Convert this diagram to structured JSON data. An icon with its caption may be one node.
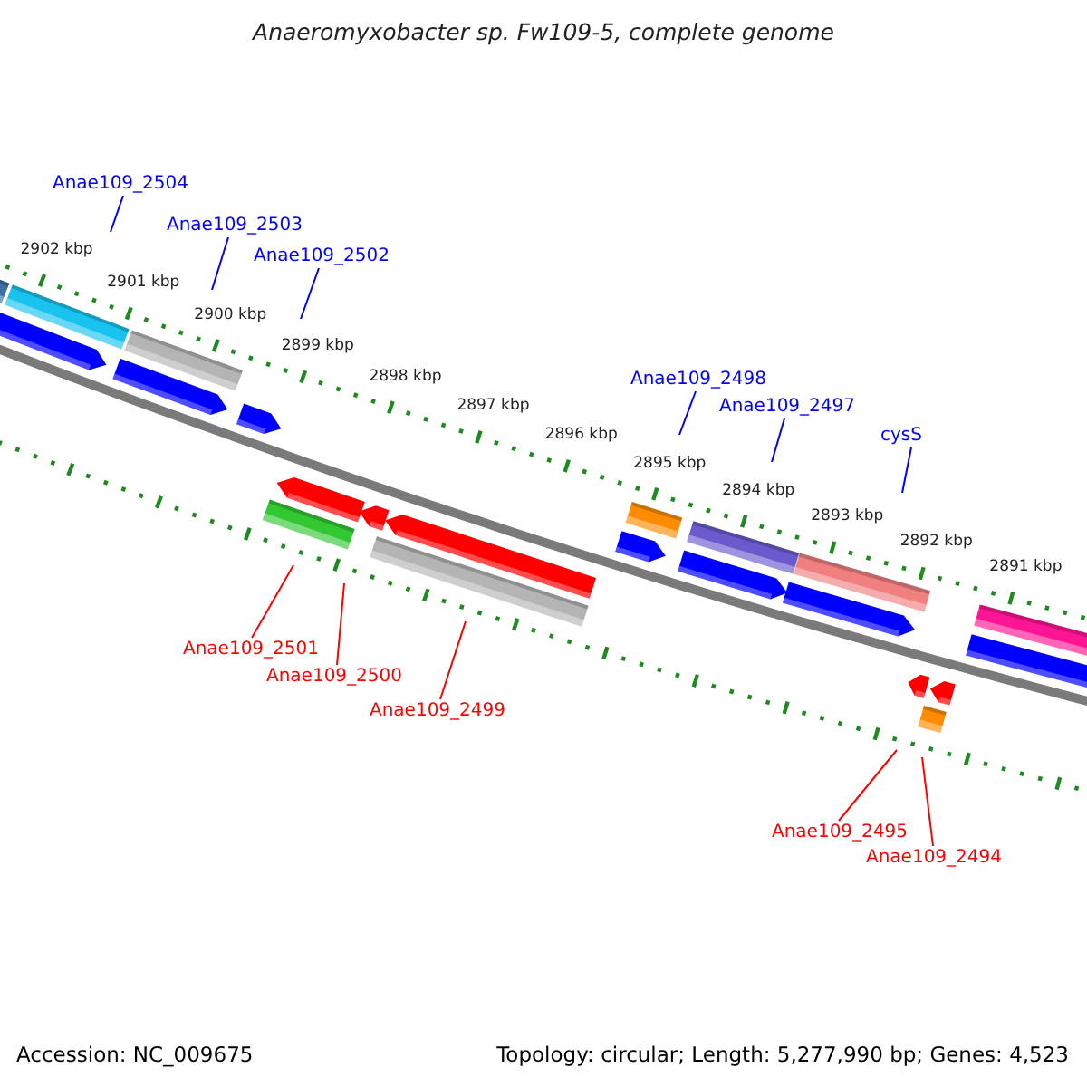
{
  "diagram": {
    "title": "Anaeromyxobacter sp. Fw109-5, complete genome",
    "nodes": [
      {
        "text": [
          "Anae109_2504"
        ]
      },
      {
        "text": [
          "Anae109_2503"
        ]
      },
      {
        "text": [
          "Anae109_2502"
        ]
      },
      {
        "text": [
          "Anae109_2498"
        ]
      },
      {
        "text": [
          "Anae109_2497"
        ]
      },
      {
        "text": [
          "cysS"
        ]
      },
      {
        "text": [
          "Anae109_2501"
        ]
      },
      {
        "text": [
          "Anae109_2500"
        ]
      },
      {
        "text": [
          "Anae109_2499"
        ]
      },
      {
        "text": [
          "Anae109_2495"
        ]
      },
      {
        "text": [
          "Anae109_2494"
        ]
      }
    ],
    "edges": [
      {
        "from": 0,
        "to": null,
        "arrow": "none"
      },
      {
        "from": 1,
        "to": null,
        "arrow": "none"
      },
      {
        "from": 2,
        "to": null,
        "arrow": "none"
      },
      {
        "from": 3,
        "to": null,
        "arrow": "none"
      },
      {
        "from": 4,
        "to": null,
        "arrow": "none"
      },
      {
        "from": 5,
        "to": null,
        "arrow": "none"
      },
      {
        "from": 6,
        "to": null,
        "arrow": "none",
        "color": "#ff0000"
      },
      {
        "from": 7,
        "to": null,
        "arrow": "none",
        "color": "#ff0000"
      },
      {
        "from": 8,
        "to": null,
        "arrow": "none",
        "color": "#ff0000"
      },
      {
        "from": 9,
        "to": null,
        "arrow": "none",
        "color": "#ff0000"
      },
      {
        "from": 10,
        "to": null,
        "arrow": "none",
        "color": "#ff0000"
      }
    ],
    "labels": [
      "2902 kbp",
      "2901 kbp",
      "2900 kbp",
      "2899 kbp",
      "2898 kbp",
      "2897 kbp",
      "2896 kbp",
      "2895 kbp",
      "2894 kbp",
      "2893 kbp",
      "2892 kbp",
      "2891 kbp",
      "Accession: NC_009675",
      "Topology: circular; Length: 5,277,990 bp; Genes: 4,523"
    ]
  }
}
